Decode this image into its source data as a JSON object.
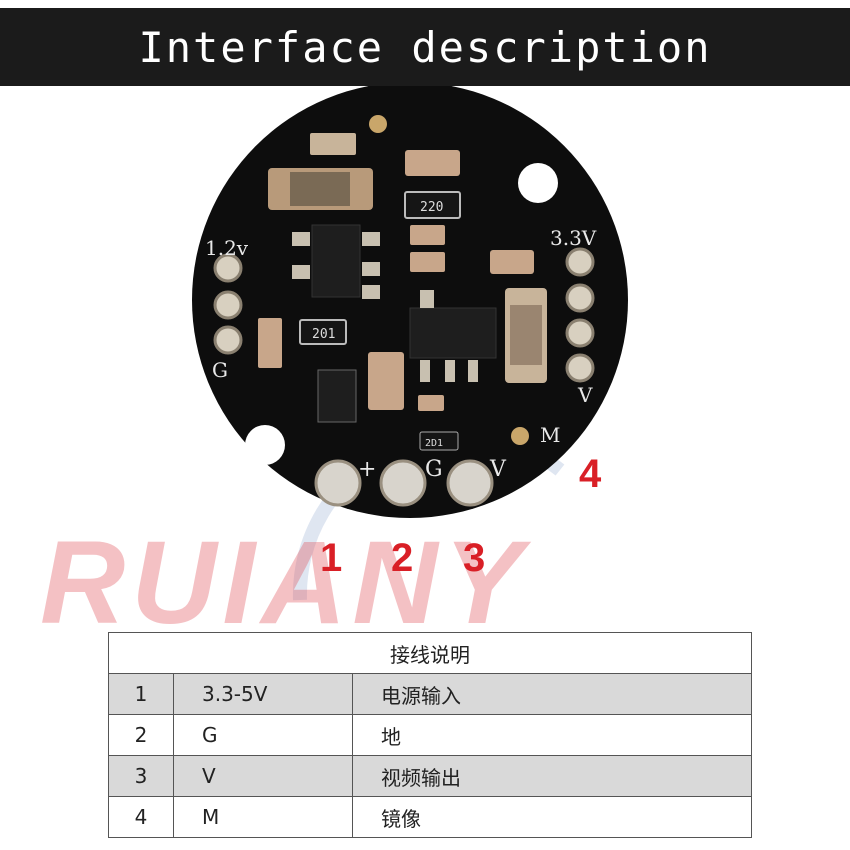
{
  "header": {
    "title": "Interface description"
  },
  "board": {
    "pad_labels_left": [
      "1.2v",
      "G"
    ],
    "pad_labels_right": [
      "3.3V",
      "V"
    ],
    "pad_labels_bottom": [
      "+",
      "G",
      "V"
    ],
    "pad_label_mirror": "M",
    "component_marks": [
      "220",
      "201",
      "2D1"
    ],
    "pcb_color": "#0d0d0d"
  },
  "callouts": [
    "1",
    "2",
    "3",
    "4"
  ],
  "callout_color": "#d91f26",
  "watermark": "RUIANY",
  "table": {
    "title": "接线说明",
    "rows": [
      {
        "num": "1",
        "signal": "3.3-5V",
        "desc": "电源输入"
      },
      {
        "num": "2",
        "signal": "G",
        "desc": "地"
      },
      {
        "num": "3",
        "signal": "V",
        "desc": "视频输出"
      },
      {
        "num": "4",
        "signal": "M",
        "desc": "镜像"
      }
    ]
  }
}
